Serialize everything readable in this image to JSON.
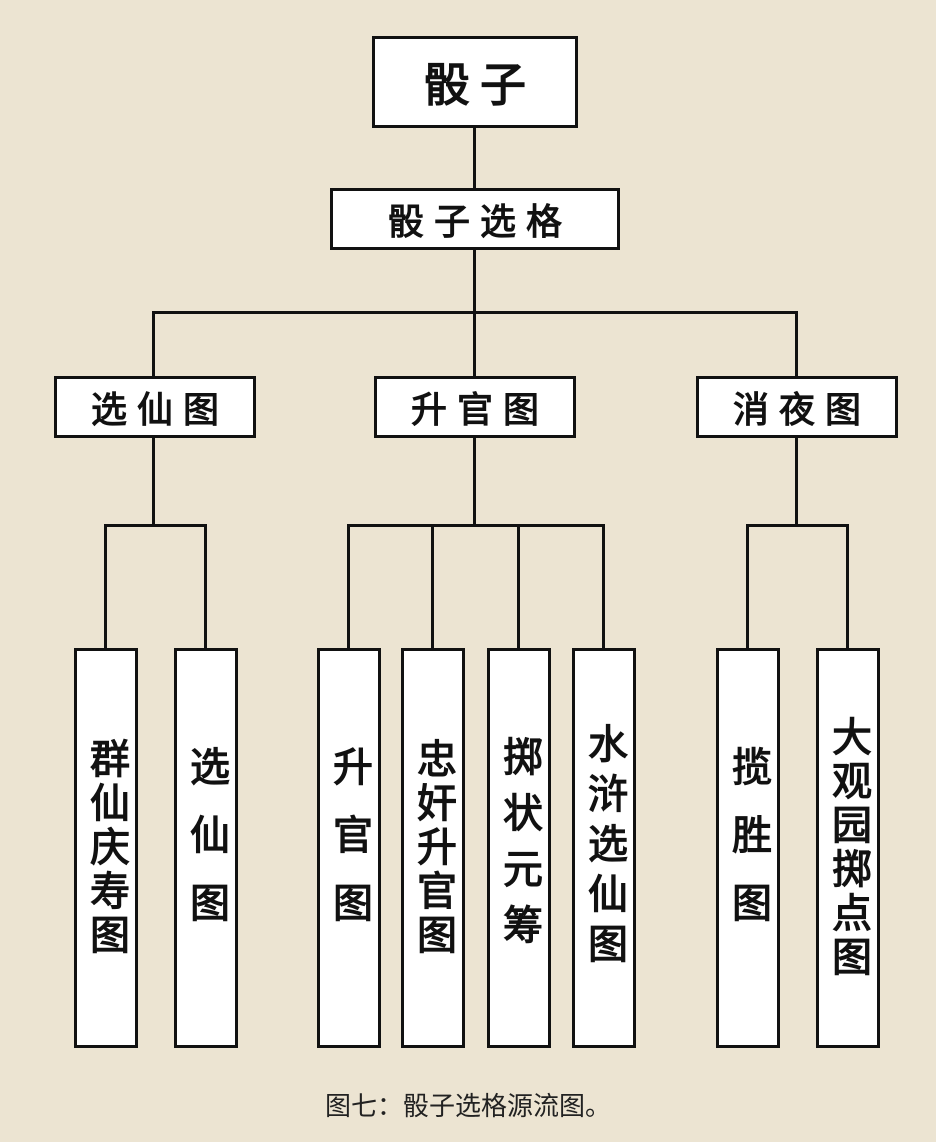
{
  "root": "骰子",
  "level1": "骰子选格",
  "groups": [
    {
      "title": "选仙图",
      "children": [
        "群仙庆寿图",
        "选仙图"
      ]
    },
    {
      "title": "升官图",
      "children": [
        "升官图",
        "忠奸升官图",
        "掷状元筹",
        "水浒选仙图"
      ]
    },
    {
      "title": "消夜图",
      "children": [
        "揽胜图",
        "大观园掷点图"
      ]
    }
  ],
  "caption": "图七：骰子选格源流图。"
}
